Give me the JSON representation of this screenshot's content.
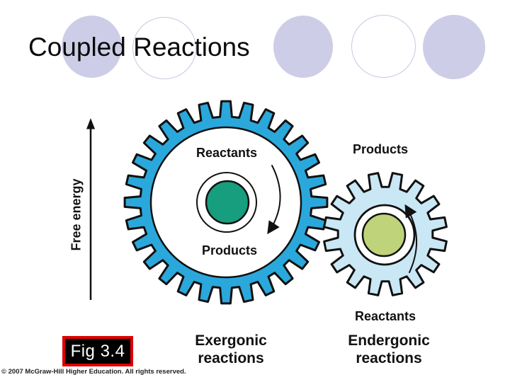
{
  "slide": {
    "title": "Coupled Reactions",
    "fig_label": "Fig 3.4",
    "copyright": "© 2007 McGraw-Hill Higher Education. All rights reserved."
  },
  "figure": {
    "axis_label": "Free energy",
    "large_gear": {
      "top_label": "Reactants",
      "bottom_label": "Products",
      "caption": "Exergonic reactions"
    },
    "small_gear": {
      "top_label": "Products",
      "bottom_label": "Reactants",
      "caption": "Endergonic reactions"
    },
    "colors": {
      "large_gear_fill": "#2AA8DB",
      "large_hub_fill": "#179E7E",
      "small_gear_fill": "#C9E7F5",
      "small_hub_fill": "#BFD37A",
      "decorative_ellipse_fill": "#CDCDE7",
      "decorative_ellipse_outline": "#C7C7E0",
      "fig_box_bg": "#000000",
      "fig_box_border": "#DE0000"
    }
  }
}
